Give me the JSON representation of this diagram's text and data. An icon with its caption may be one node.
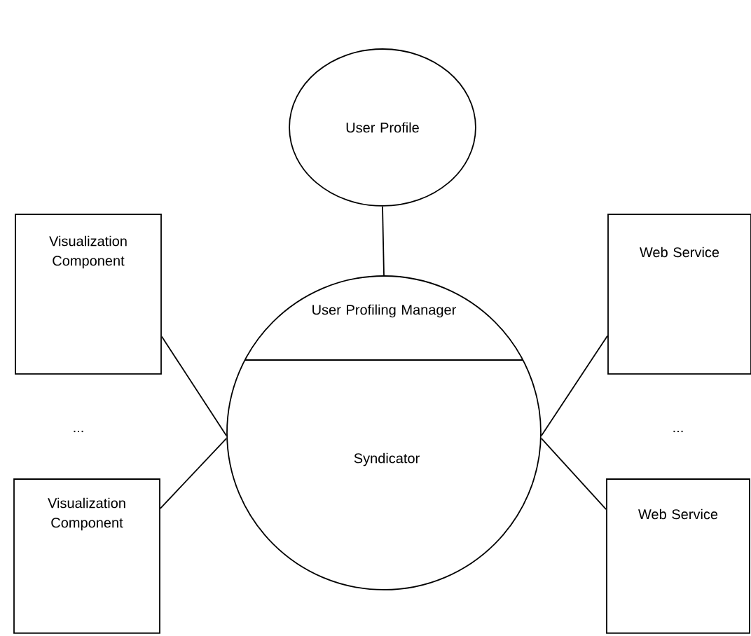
{
  "diagram": {
    "nodes": [
      {
        "text": [
          "User Profile"
        ]
      },
      {
        "text": [
          "Visualization Component"
        ]
      },
      {
        "text": [
          "Web Service"
        ]
      },
      {
        "text": [
          "User Profiling Manager",
          "Syndicator"
        ]
      },
      {
        "text": [
          "Visualization Component"
        ]
      },
      {
        "text": [
          "Web Service"
        ]
      }
    ],
    "edges": [
      {
        "from": 0,
        "to": 3,
        "arrow": "none"
      },
      {
        "from": 1,
        "to": 3,
        "arrow": "none"
      },
      {
        "from": 3,
        "to": 2,
        "arrow": "none"
      },
      {
        "from": 4,
        "to": 3,
        "arrow": "none"
      },
      {
        "from": 3,
        "to": 5,
        "arrow": "none"
      }
    ],
    "labels": [
      "...",
      "..."
    ]
  }
}
